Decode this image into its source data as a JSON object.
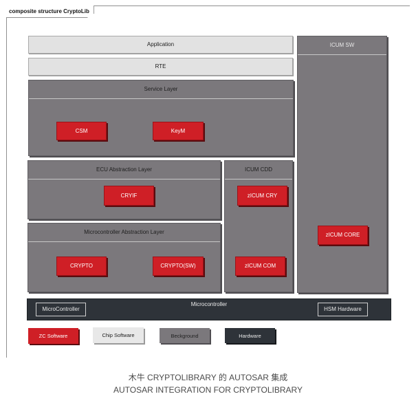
{
  "frame": {
    "title": "composite structure CryptoLib"
  },
  "layers": {
    "application": "Application",
    "rte": "RTE",
    "service_layer": "Service Layer",
    "ecu_abstraction": "ECU Abstraction Layer",
    "mcal": "Microcontroller Abstraction Layer",
    "icum_sw": "ICUM SW",
    "icum_cdd": "ICUM CDD"
  },
  "modules": {
    "csm": "CSM",
    "keym": "KeyM",
    "cryif": "CRYIF",
    "crypto": "CRYPTO",
    "crypto_sw": "CRYPTO(SW)",
    "zicum_cry": "zICUM CRY",
    "zicum_com": "zICUM COM",
    "zicum_core": "zICUM CORE"
  },
  "hardware": {
    "title": "Microcontroller",
    "left": "MicroController",
    "right": "HSM Hardware"
  },
  "legend": {
    "zc_software": "ZC Software",
    "chip_software": "Chip Software",
    "background": "Beckground",
    "hardware": "Hardware"
  },
  "caption": {
    "line1": "木牛 CRYPTOLIBRARY 的 AUTOSAR 集成",
    "line2": "AUTOSAR INTEGRATION FOR CRYPTOLIBRARY"
  },
  "colors": {
    "zc_red": "#cf1f26",
    "layer_grey": "#7b787c",
    "light_box": "#e2e2e2",
    "hardware_dark": "#2e3339"
  }
}
